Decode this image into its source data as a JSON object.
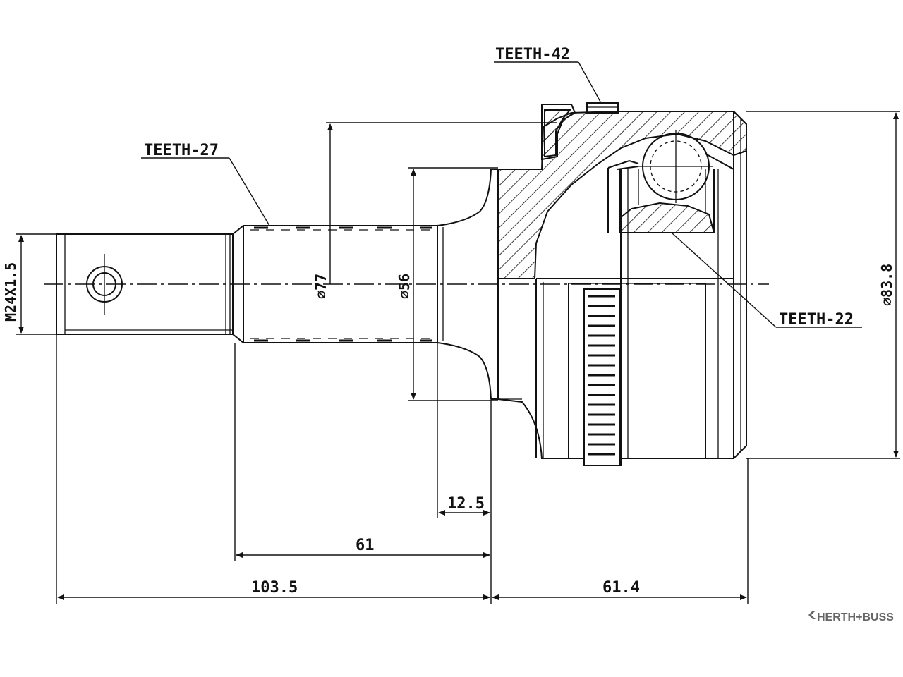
{
  "labels": {
    "teeth_42": "TEETH-42",
    "teeth_27": "TEETH-27",
    "teeth_22": "TEETH-22",
    "thread": "M24X1.5",
    "dia_77": "⌀77",
    "dia_56": "⌀56",
    "dia_83_8": "⌀83.8"
  },
  "dimensions": {
    "d_12_5": "12.5",
    "d_61": "61",
    "d_103_5": "103.5",
    "d_61_4": "61.4"
  },
  "brand": {
    "name": "HERTH+BUSS"
  }
}
